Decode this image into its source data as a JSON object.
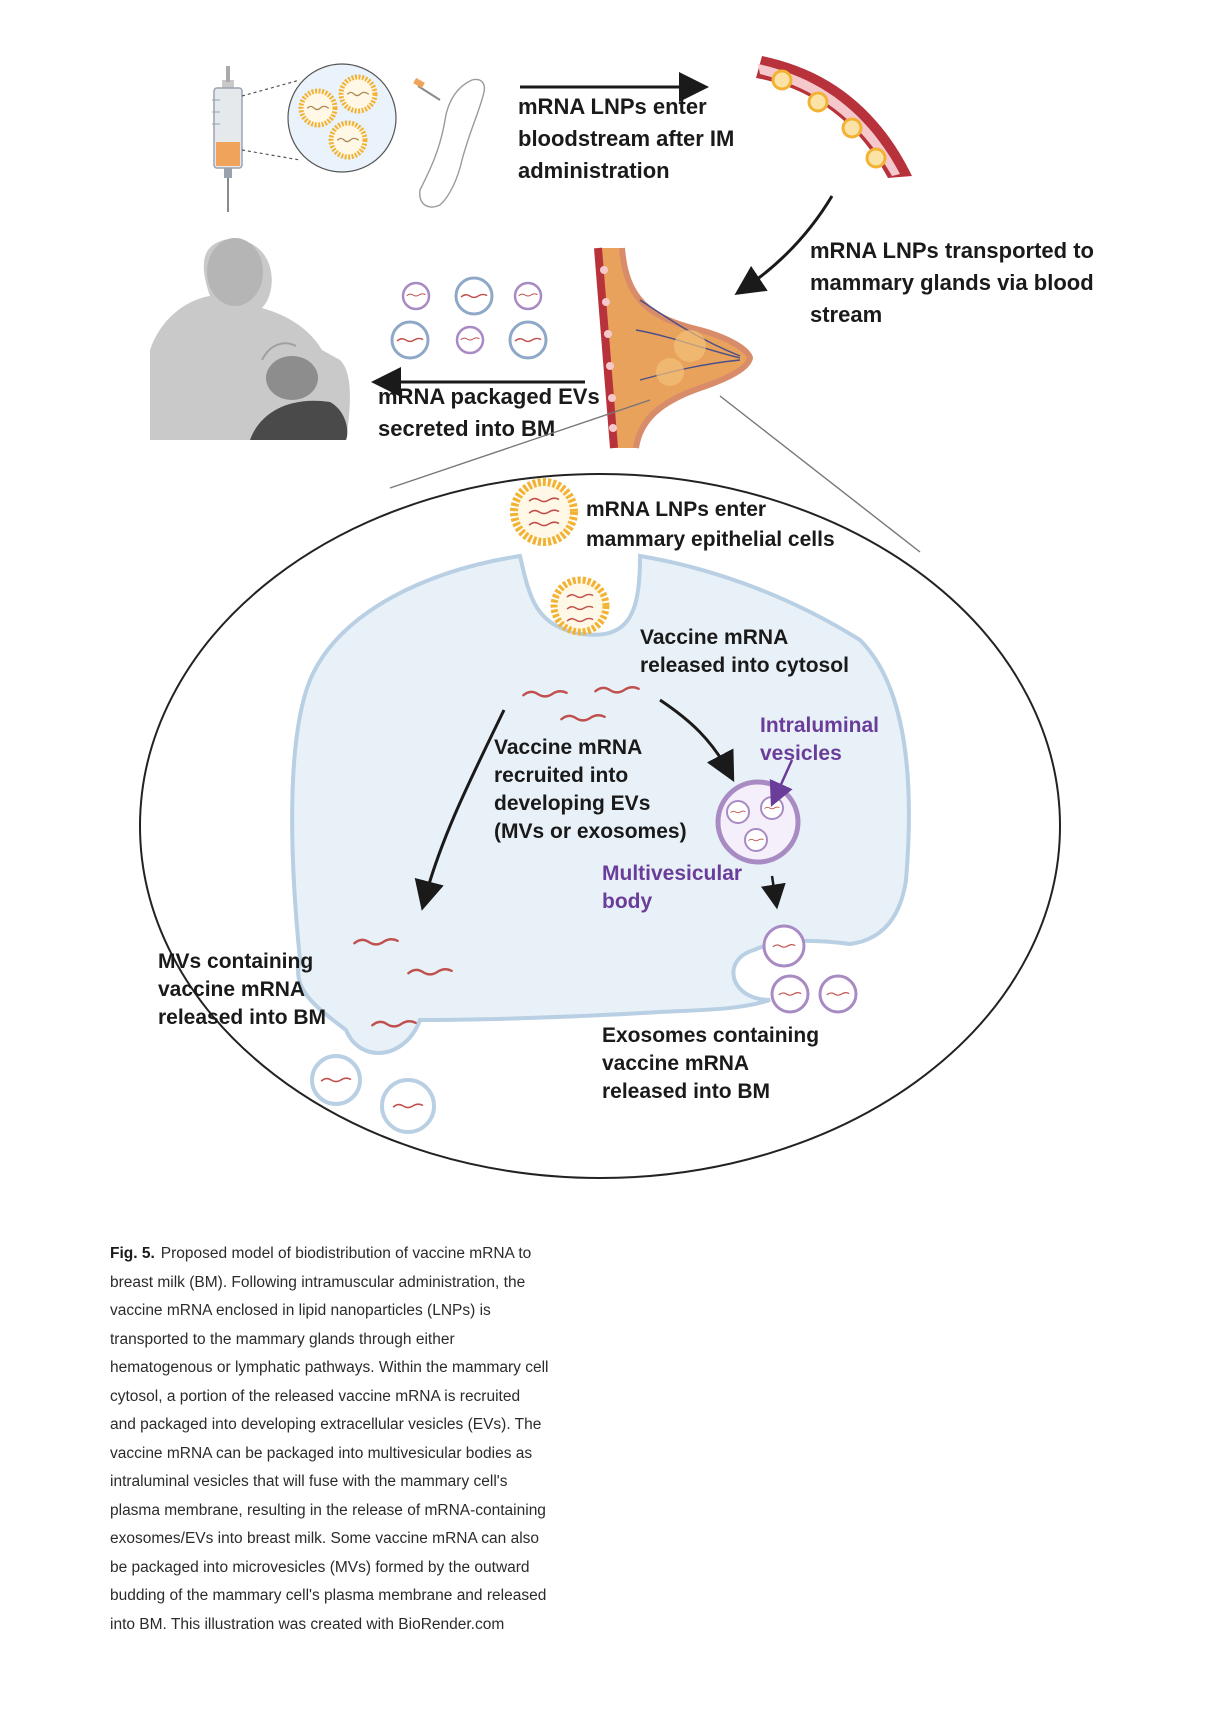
{
  "figure": {
    "labels": {
      "lnps_enter_bloodstream": [
        "mRNA LNPs enter",
        "bloodstream after IM",
        "administration"
      ],
      "lnps_transported": [
        "mRNA LNPs transported to",
        "mammary glands via blood",
        "stream"
      ],
      "evs_secreted": [
        "mRNA packaged EVs",
        "secreted into BM"
      ],
      "lnps_enter_cells": [
        "mRNA LNPs enter",
        "mammary epithelial cells"
      ],
      "mrna_released": [
        "Vaccine mRNA",
        "released into cytosol"
      ],
      "mrna_recruited": [
        "Vaccine mRNA",
        "recruited into",
        "developing EVs",
        "(MVs or exosomes)"
      ],
      "intraluminal": [
        "Intraluminal",
        "vesicles"
      ],
      "multivesicular": [
        "Multivesicular",
        "body"
      ],
      "mvs_released": [
        "MVs containing",
        "vaccine mRNA",
        "released into BM"
      ],
      "exosomes_released": [
        "Exosomes containing",
        "vaccine mRNA",
        "released into BM"
      ]
    },
    "colors": {
      "lnp_ring": "#f2b233",
      "vessel": "#b8323c",
      "ev_blue": "#8fa8c8",
      "ev_purple": "#a98bc4",
      "mrna": "#c0504d",
      "cell_fill": "#e9f1f8",
      "cell_stroke": "#b9cfe3",
      "purple_label": "#6a3d9a"
    },
    "icons": [
      "syringe-icon",
      "lnp-icon",
      "arm-icon",
      "blood-vessel-icon",
      "breast-tissue-icon",
      "mother-infant-icon",
      "mrna-strand-icon",
      "vesicle-icon"
    ]
  },
  "caption": {
    "label": "Fig. 5.",
    "text": "Proposed model of biodistribution of vaccine mRNA to breast milk (BM). Following intramuscular administration, the vaccine mRNA enclosed in lipid nanoparticles (LNPs) is transported to the mammary glands through either hematogenous or lymphatic pathways. Within the mammary cell cytosol, a portion of the released vaccine mRNA is recruited and packaged into developing extracellular vesicles (EVs). The vaccine mRNA can be packaged into multivesicular bodies as intraluminal vesicles that will fuse with the mammary cell's plasma membrane, resulting in the release of mRNA-containing exosomes/EVs into breast milk. Some vaccine mRNA can also be packaged into microvesicles (MVs) formed by the outward budding of the mammary cell's plasma membrane and released into BM. This illustration was created with BioRender.com"
  }
}
